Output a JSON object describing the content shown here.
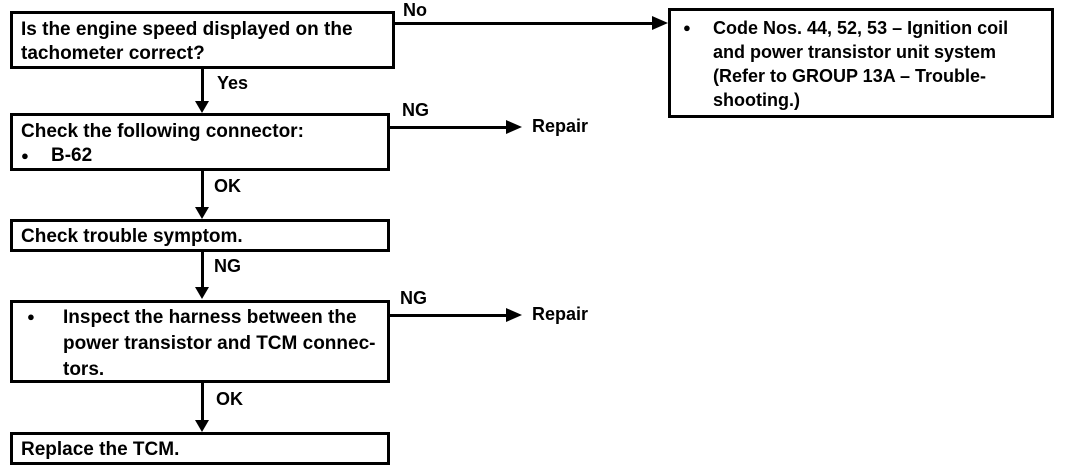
{
  "page": {
    "paper_color": "#ffffff",
    "ink_color": "#000000"
  },
  "flowchart": {
    "bullet": "●",
    "boxes": {
      "q_tachometer": {
        "lines": [
          "Is the engine speed displayed on the",
          "tachometer correct?"
        ]
      },
      "code_ref": {
        "lines": [
          "Code Nos. 44, 52, 53 – Ignition coil",
          "and power transistor unit system",
          "(Refer to GROUP 13A – Trouble-",
          "shooting.)"
        ]
      },
      "check_connector": {
        "title": "Check the following connector:",
        "item": "B-62"
      },
      "check_symptom": {
        "text": "Check trouble symptom."
      },
      "inspect_harness": {
        "lines": [
          "Inspect the harness between the",
          "power transistor and TCM connec-",
          "tors."
        ]
      },
      "replace_tcm": {
        "text": "Replace the TCM."
      }
    },
    "labels": {
      "no": "No",
      "yes": "Yes",
      "ng": "NG",
      "ok": "OK",
      "repair": "Repair"
    }
  }
}
